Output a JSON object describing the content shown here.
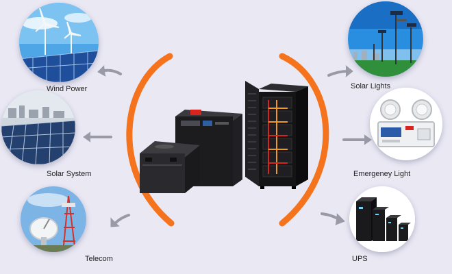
{
  "colors": {
    "background": "#e9e8f3",
    "arc": "#f5731c",
    "arrow": "#9a9aa6",
    "battery": "#1c1c1f",
    "cabinet": "#141416",
    "cable_red": "#d9241e",
    "cable_orange": "#f19a1f"
  },
  "applications": [
    {
      "label": "Wind Power",
      "icon": "wind-turbine-icon"
    },
    {
      "label": "Solar System",
      "icon": "solar-panel-icon"
    },
    {
      "label": "Telecom",
      "icon": "telecom-tower-icon"
    },
    {
      "label": "Solar Lights",
      "icon": "solar-street-light-icon"
    },
    {
      "label": "Emergeney Light",
      "icon": "emergency-light-icon"
    },
    {
      "label": "UPS",
      "icon": "ups-icon"
    }
  ]
}
